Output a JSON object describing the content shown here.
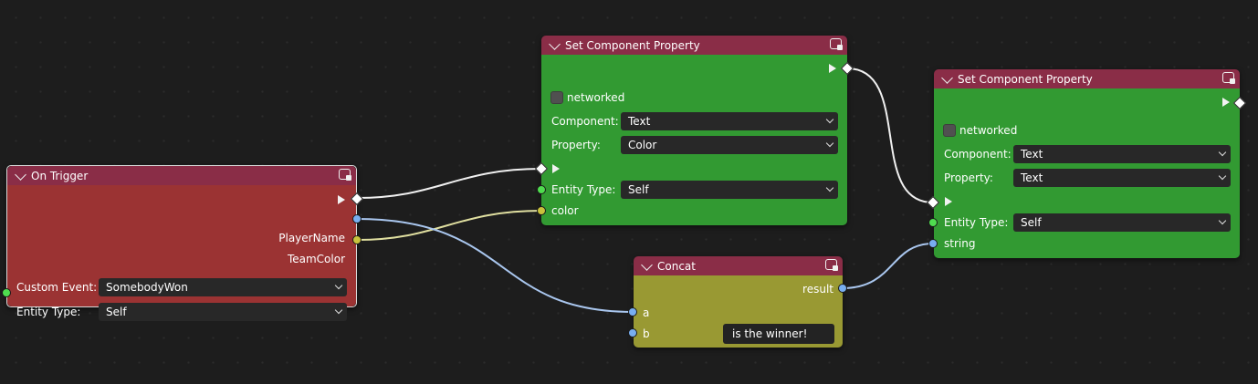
{
  "nodes": {
    "on_trigger": {
      "title": "On Trigger",
      "outputs": {
        "player_name": "PlayerName",
        "team_color": "TeamColor"
      },
      "custom_event": {
        "label": "Custom Event:",
        "value": "SomebodyWon"
      },
      "entity_type": {
        "label": "Entity Type:",
        "value": "Self"
      },
      "header_color": "#8a2d47",
      "body_color": "#9b3333"
    },
    "set_prop_1": {
      "title": "Set Component Property",
      "networked_label": "networked",
      "component": {
        "label": "Component:",
        "value": "Text"
      },
      "property": {
        "label": "Property:",
        "value": "Color"
      },
      "entity_type": {
        "label": "Entity Type:",
        "value": "Self"
      },
      "value_input": "color",
      "body_color": "#329a32"
    },
    "set_prop_2": {
      "title": "Set Component Property",
      "networked_label": "networked",
      "component": {
        "label": "Component:",
        "value": "Text"
      },
      "property": {
        "label": "Property:",
        "value": "Text"
      },
      "entity_type": {
        "label": "Entity Type:",
        "value": "Self"
      },
      "value_input": "string",
      "body_color": "#329a32"
    },
    "concat": {
      "title": "Concat",
      "output": "result",
      "input_a": "a",
      "input_b": "b",
      "b_value": "is the winner!",
      "body_color": "#999933"
    }
  },
  "colors": {
    "background": "#1d1d1d",
    "socket_green": "#4fdd4f",
    "socket_blue": "#78aef0",
    "socket_yellow": "#c9c23c",
    "wire_exec": "#f0f0f0",
    "wire_blue": "#a9c6ee",
    "wire_yellow": "#e0dfa0"
  }
}
